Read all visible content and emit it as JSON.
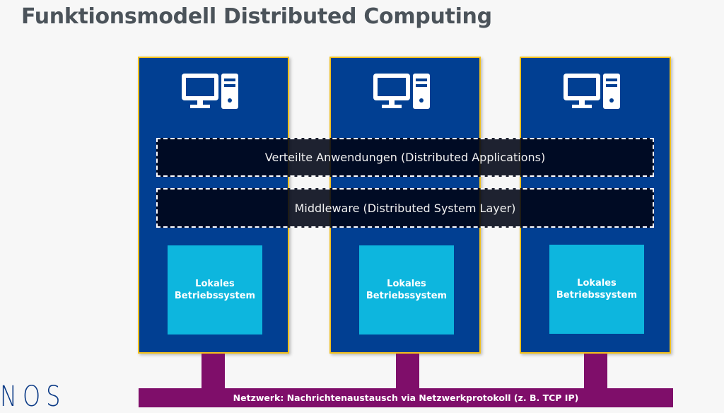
{
  "title": "Funktionsmodell Distributed Computing",
  "colors": {
    "node_fill": "#013f92",
    "node_border": "#f2c11c",
    "os_fill": "#0db6de",
    "network_fill": "#7f0e6a",
    "layer_fill": "#00050f",
    "title_text": "#4b535a"
  },
  "nodes": [
    {
      "icon": "desktop-computer-icon",
      "os_label_line1": "Lokales",
      "os_label_line2": "Betriebssystem"
    },
    {
      "icon": "desktop-computer-icon",
      "os_label_line1": "Lokales",
      "os_label_line2": "Betriebssystem"
    },
    {
      "icon": "desktop-computer-icon",
      "os_label_line1": "Lokales",
      "os_label_line2": "Betriebssystem"
    }
  ],
  "layers": [
    {
      "label": "Verteilte Anwendungen (Distributed Applications)"
    },
    {
      "label": "Middleware (Distributed System Layer)"
    }
  ],
  "network": {
    "label": "Netzwerk: Nachrichtenaustausch via Netzwerkprotokoll (z. B. TCP IP)"
  },
  "logo": {
    "text": "NOS"
  }
}
